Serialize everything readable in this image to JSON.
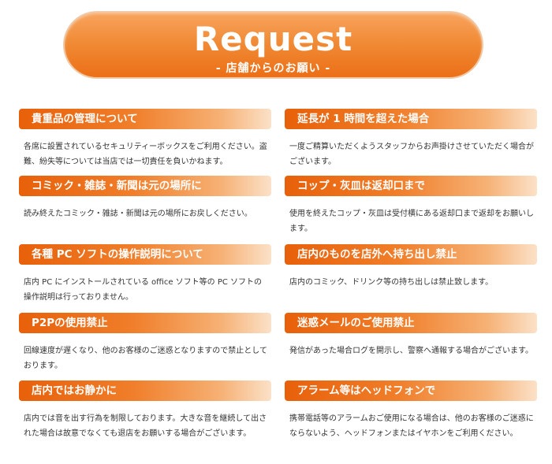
{
  "header": {
    "title": "Request",
    "subtitle": "- 店舗からのお願い -"
  },
  "cards": [
    {
      "title": "貴重品の管理について",
      "text": "各席に設置されているセキュリティーボックスをご利用ください。盗難、紛失等については当店では一切責任を負いかねます。"
    },
    {
      "title": "延長が 1 時間を超えた場合",
      "text": "一度ご精算いただくようスタッフからお声掛けさせていただく場合がございます。"
    },
    {
      "title": "コミック・雑誌・新聞は元の場所に",
      "text": "読み終えたコミック・雑誌・新聞は元の場所にお戻しください。"
    },
    {
      "title": "コップ・灰皿は返却口まで",
      "text": "使用を終えたコップ・灰皿は受付横にある返却口まで返却をお願いします。"
    },
    {
      "title": "各種 PC ソフトの操作説明について",
      "text": "店内 PC にインストールされている office ソフト等の PC ソフトの操作説明は行っておりません。"
    },
    {
      "title": "店内のものを店外へ持ち出し禁止",
      "text": "店内のコミック、ドリンク等の持ち出しは禁止致します。"
    },
    {
      "title": "P2Pの使用禁止",
      "text": "回線速度が遅くなり、他のお客様のご迷惑となりますので禁止としております。"
    },
    {
      "title": "迷惑メールのご使用禁止",
      "text": "発信があった場合ログを開示し、警察へ通報する場合がございます。"
    },
    {
      "title": "店内ではお静かに",
      "text": "店内では音を出す行為を制限しております。大きな音を継続して出された場合は故意でなくても退店をお願いする場合がございます。"
    },
    {
      "title": "アラーム等はヘッドフォンで",
      "text": "携帯電話等のアラームおご使用になる場合は、他のお客様のご迷惑にならないよう、ヘッドフォンまたはイヤホンをご利用ください。"
    }
  ]
}
